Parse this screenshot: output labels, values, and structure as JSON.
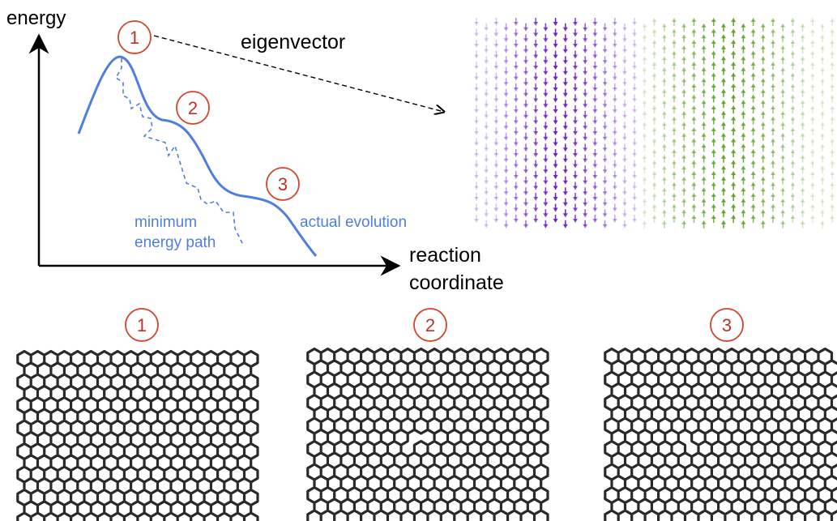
{
  "labels": {
    "energy": "energy",
    "eigenvector": "eigenvector",
    "reaction": "reaction",
    "coordinate": "coordinate",
    "minimum_line1": "minimum",
    "minimum_line2": "energy path",
    "actual": "actual evolution"
  },
  "markers": [
    "1",
    "2",
    "3"
  ],
  "colors": {
    "curve": "#4f7de2",
    "marker_stroke": "#d4442c",
    "marker_text": "#c0302a",
    "lattice": "#2a2a2a",
    "spin_down": "#6a22c8",
    "spin_down_faint": "#c9b6ef",
    "spin_up": "#5fa22c",
    "spin_up_faint": "#cfeab4"
  }
}
